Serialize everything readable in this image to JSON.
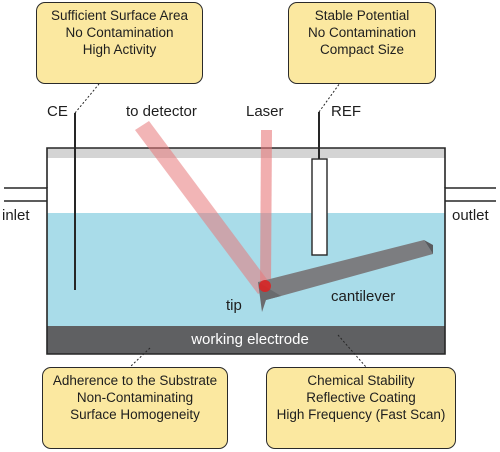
{
  "boxes": {
    "top_left": [
      "Sufficient Surface Area",
      "No Contamination",
      "High Activity"
    ],
    "top_right": [
      "Stable Potential",
      "No Contamination",
      "Compact Size"
    ],
    "bottom_left": [
      "Adherence to the Substrate",
      "Non-Contaminating",
      "Surface Homogeneity"
    ],
    "bottom_right": [
      "Chemical Stability",
      "Reflective Coating",
      "High Frequency (Fast Scan)"
    ]
  },
  "labels": {
    "ce": "CE",
    "to_detector": "to detector",
    "laser": "Laser",
    "ref": "REF",
    "inlet": "inlet",
    "outlet": "outlet",
    "tip": "tip",
    "cantilever": "cantilever",
    "working_electrode": "working electrode"
  },
  "colors": {
    "box_fill": "#fbe8a0",
    "electrolyte": "#a9dce9",
    "lid": "#d4d4d4",
    "electrode": "#5f6062",
    "cantilever": "#7c7d80",
    "laser": "#e8787a",
    "tip_spot": "#e02020"
  }
}
